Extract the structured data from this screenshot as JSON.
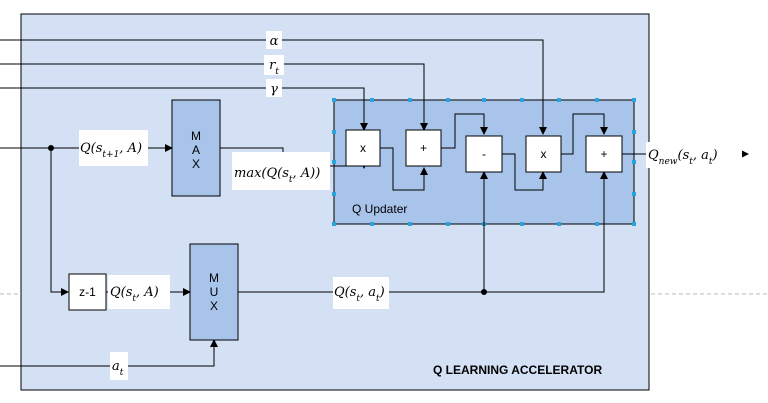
{
  "colors": {
    "outer_fill": "#d4e1f4",
    "updater_fill": "#a9c4eb",
    "block_fill": "#a9c4eb",
    "line": "#000000",
    "selection_handle": "#29a3e0"
  },
  "diagram": {
    "title": "Q LEARNING ACCELERATOR",
    "updater_title": "Q Updater",
    "max_block": "M\nA\nX",
    "mux_block": "M\nU\nX",
    "delay_block": "z-1",
    "ops": [
      "x",
      "+",
      "-",
      "x",
      "+"
    ],
    "labels": {
      "alpha": "α",
      "reward": "r_t",
      "gamma": "γ",
      "q_next": "Q(s_{t+1}, A)",
      "max_q": "max(Q(s_t, A))",
      "q_sa": "Q(s_t, A)",
      "q_st_at": "Q(s_t, a_t)",
      "action": "a_t",
      "q_new": "Q_{new}(s_t, a_t)"
    }
  }
}
